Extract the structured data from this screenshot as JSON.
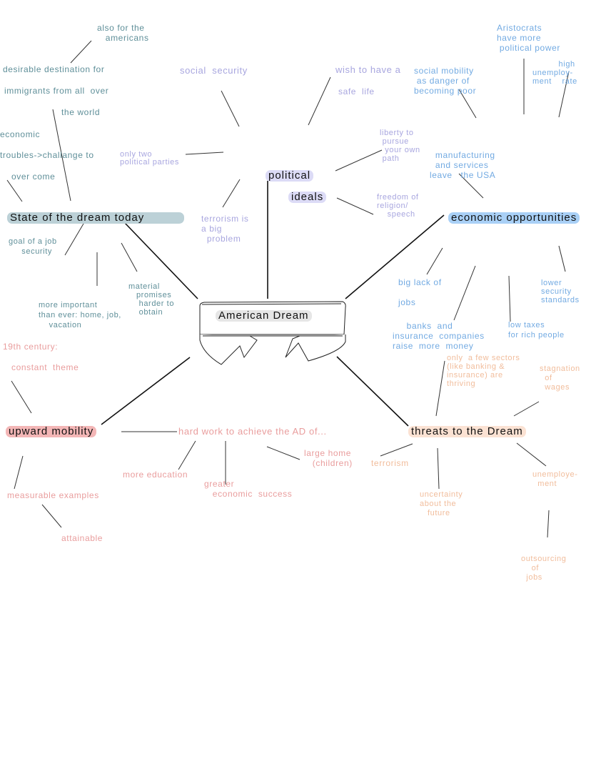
{
  "center": {
    "label": "American Dream"
  },
  "colors": {
    "teal": "#5f8f99",
    "lavender": "#a8a6df",
    "blue": "#72aae2",
    "pink": "#e99d9d",
    "peach": "#f1bd9c",
    "state_highlight": "#bcd1d7",
    "political_highlight": "#dcdbf6",
    "economic_highlight": "#a9d0f6",
    "upward_highlight": "#f3b6b6",
    "threats_highlight": "#fbe2d3"
  },
  "branches": {
    "state": {
      "label": "State of the dream today",
      "items": [
        "also for the\n   americans",
        "desirable destination for",
        "immigrants from all  over",
        "the world",
        "economic",
        "troubles->challange to",
        "over come",
        "goal of a job\n     security",
        "more important\nthan ever: home, job,\n    vacation",
        "material\n   promises\n    harder to\n    obtain"
      ]
    },
    "political": {
      "label_line1": "political",
      "label_line2": "ideals",
      "items": [
        "social  security",
        "only two\npolitical parties",
        "terrorism is\na big\n  problem",
        "wish to have a",
        "safe  life",
        "liberty to\n pursue\n  your own\n path",
        "freedom of\nreligion/\n    speech"
      ]
    },
    "economic": {
      "label": "economic opportunities",
      "items": [
        "social mobility\n as danger of\nbecoming poor",
        "Aristocrats\nhave more\n political power",
        "          high\nunemploy-\nment    rate",
        "  manufacturing\n  and services\nleave   the USA",
        "big lack of\n\njobs",
        "     banks  and\ninsurance  companies\nraise  more  money",
        "low taxes\nfor rich people",
        "lower\nsecurity\nstandards"
      ]
    },
    "upward": {
      "label": "upward mobility",
      "items": [
        "19th century:",
        "constant  theme",
        "hard work to achieve the AD of...",
        "more education",
        "greater\n   economic  success",
        "large home\n   (children)",
        "measurable examples",
        "attainable"
      ]
    },
    "threats": {
      "label": "threats to the Dream",
      "items": [
        "only  a few sectors\n(like banking &\ninsurance) are\nthriving",
        "stagnation\n  of\n  wages",
        "terrorism",
        "uncertainty\nabout the\n   future",
        "unemploye-\n  ment",
        "outsourcing\n    of\n  jobs"
      ]
    }
  }
}
